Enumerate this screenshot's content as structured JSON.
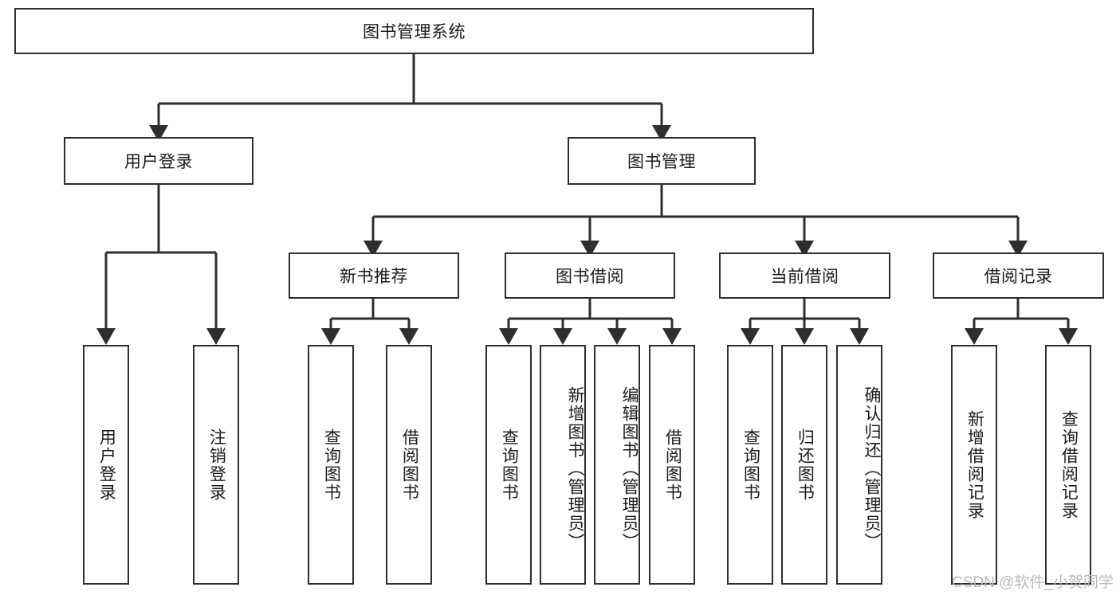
{
  "diagram": {
    "title": "图书管理系统",
    "type": "hierarchy-tree",
    "colors": {
      "box_border": "#2e2e2e",
      "box_fill": "#ffffff",
      "connector": "#2e2e2e",
      "background": "#ffffff",
      "watermark": "#b9b9b9"
    },
    "root": {
      "label": "图书管理系统"
    },
    "level1": [
      {
        "label": "用户登录"
      },
      {
        "label": "图书管理"
      }
    ],
    "level2": [
      {
        "label": "新书推荐"
      },
      {
        "label": "图书借阅"
      },
      {
        "label": "当前借阅"
      },
      {
        "label": "借阅记录"
      }
    ],
    "leaves": {
      "user_login": [
        {
          "label": "用户登录"
        },
        {
          "label": "注销登录"
        }
      ],
      "new_book_recommend": [
        {
          "label": "查询图书"
        },
        {
          "label": "借阅图书"
        }
      ],
      "book_borrow": [
        {
          "label": "查询图书"
        },
        {
          "label": "新增图书（管理员）"
        },
        {
          "label": "编辑图书（管理员）"
        },
        {
          "label": "借阅图书"
        }
      ],
      "current_borrow": [
        {
          "label": "查询图书"
        },
        {
          "label": "归还图书"
        },
        {
          "label": "确认归还（管理员）"
        }
      ],
      "borrow_record": [
        {
          "label": "新增借阅记录"
        },
        {
          "label": "查询借阅记录"
        }
      ]
    }
  },
  "watermark": {
    "text": "CSDN @软件_小贺同学"
  }
}
